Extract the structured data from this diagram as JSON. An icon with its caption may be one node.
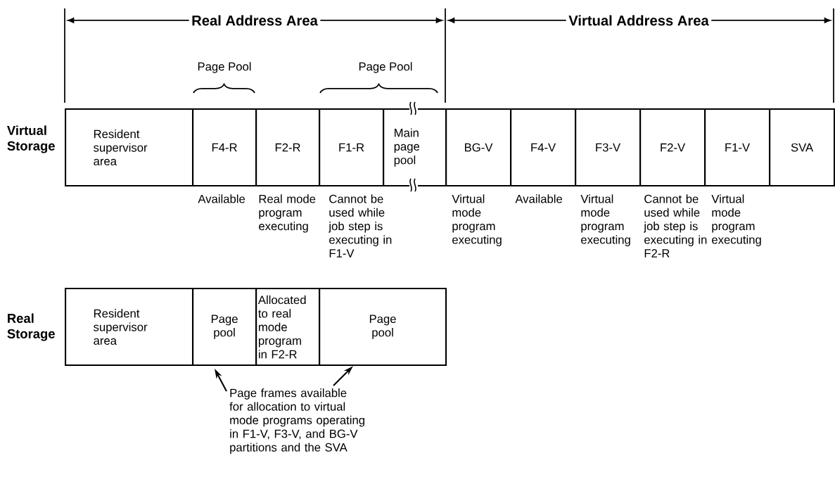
{
  "diagram": {
    "nodes": [
      {
        "text": [
          "Resident supervisor area"
        ]
      },
      {
        "text": [
          "F4-R"
        ],
        "beside": [
          "Available"
        ]
      },
      {
        "text": [
          "F2-R"
        ],
        "beside": [
          "Real mode program executing"
        ]
      },
      {
        "text": [
          "F1-R"
        ],
        "beside": [
          "Cannot be used while job step is executing in F1-V"
        ]
      },
      {
        "text": [
          "Main page pool"
        ]
      },
      {
        "text": [
          "BG-V"
        ],
        "beside": [
          "Virtual mode program executing"
        ]
      },
      {
        "text": [
          "F4-V"
        ],
        "beside": [
          "Available"
        ]
      },
      {
        "text": [
          "F3-V"
        ],
        "beside": [
          "Virtual mode program executing"
        ]
      },
      {
        "text": [
          "F2-V"
        ],
        "beside": [
          "Cannot be used while job step is executing in F2-R"
        ]
      },
      {
        "text": [
          "F1-V"
        ],
        "beside": [
          "Virtual mode program executing"
        ]
      },
      {
        "text": [
          "SVA"
        ]
      },
      {
        "text": [
          "Resident supervisor area"
        ]
      },
      {
        "text": [
          "Page pool"
        ]
      },
      {
        "text": [
          "Allocated to real mode program in F2-R"
        ]
      },
      {
        "text": [
          "Page pool"
        ]
      },
      {
        "text": [
          "Page frames available for allocation to virtual mode programs operating in F1-V, F3-V, and BG-V partitions and the SVA"
        ]
      }
    ],
    "edges": [
      {
        "from": 15,
        "to": 12,
        "arrow": "to"
      },
      {
        "from": 15,
        "to": 14,
        "arrow": "to"
      }
    ],
    "labels": [
      "Real Address Area",
      "Virtual Address Area",
      "Page Pool",
      "Page Pool",
      "Virtual Storage",
      "Real Storage"
    ]
  }
}
